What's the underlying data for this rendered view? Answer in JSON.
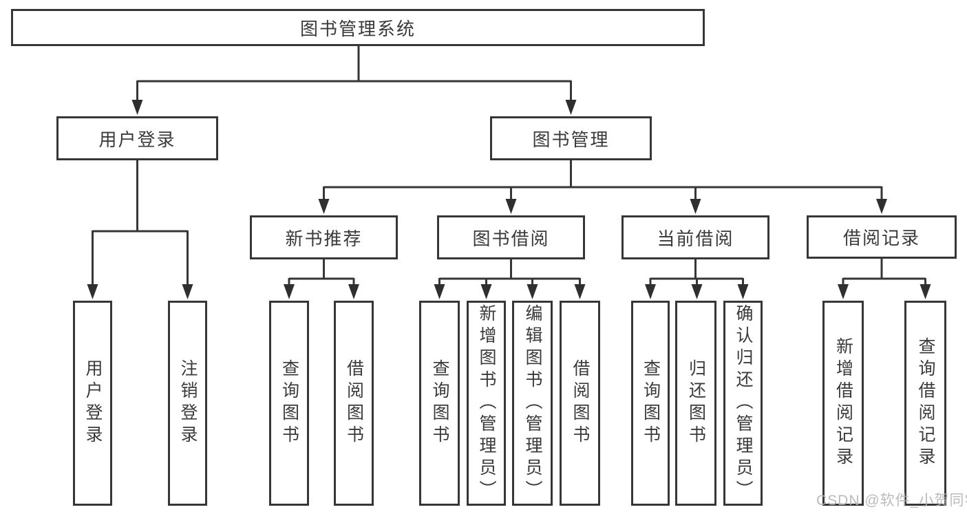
{
  "nodes": {
    "root": "图书管理系统",
    "user_login": "用户登录",
    "book_mgmt": "图书管理",
    "new_books": "新书推荐",
    "book_borrow": "图书借阅",
    "current_borrow": "当前借阅",
    "borrow_records": "借阅记录"
  },
  "leaves": {
    "user_login": [
      "用户登录",
      "注销登录"
    ],
    "new_books": [
      "查询图书",
      "借阅图书"
    ],
    "book_borrow": [
      "查询图书",
      "新增图书（管理员）",
      "编辑图书（管理员）",
      "借阅图书"
    ],
    "current_borrow": [
      "查询图书",
      "归还图书",
      "确认归还（管理员）"
    ],
    "borrow_records": [
      "新增借阅记录",
      "查询借阅记录"
    ]
  },
  "watermark": "CSDN @软件_小贺同学",
  "colors": {
    "line": "#363636",
    "text": "#3a3a3a",
    "watermark": "#b4b4b4",
    "background": "#ffffff"
  }
}
